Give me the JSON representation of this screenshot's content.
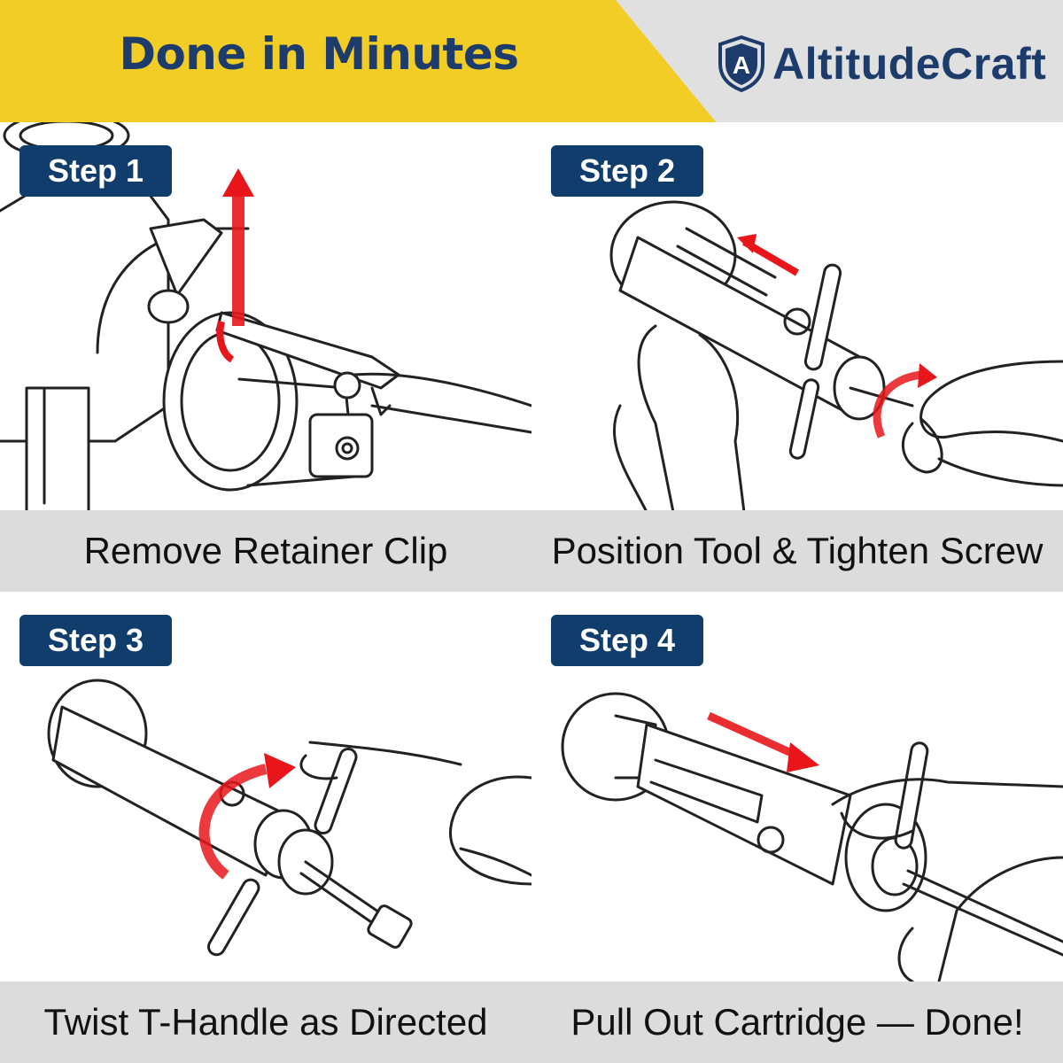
{
  "header": {
    "headline": "Done in Minutes",
    "brand_name": "AltitudeCraft",
    "brand_shield_letter": "A",
    "banner_color": "#f2cd25",
    "brand_bg_color": "#e0e0e0",
    "text_color": "#1d3c6b"
  },
  "steps": [
    {
      "badge": "Step 1",
      "caption": "Remove Retainer Clip"
    },
    {
      "badge": "Step 2",
      "caption": "Position Tool & Tighten Screw"
    },
    {
      "badge": "Step 3",
      "caption": "Twist T-Handle as Directed"
    },
    {
      "badge": "Step 4",
      "caption": "Pull Out Cartridge — Done!"
    }
  ],
  "colors": {
    "badge": "#103d6b",
    "caption_bar": "#dcdcdc",
    "arrow": "#e8161b"
  }
}
